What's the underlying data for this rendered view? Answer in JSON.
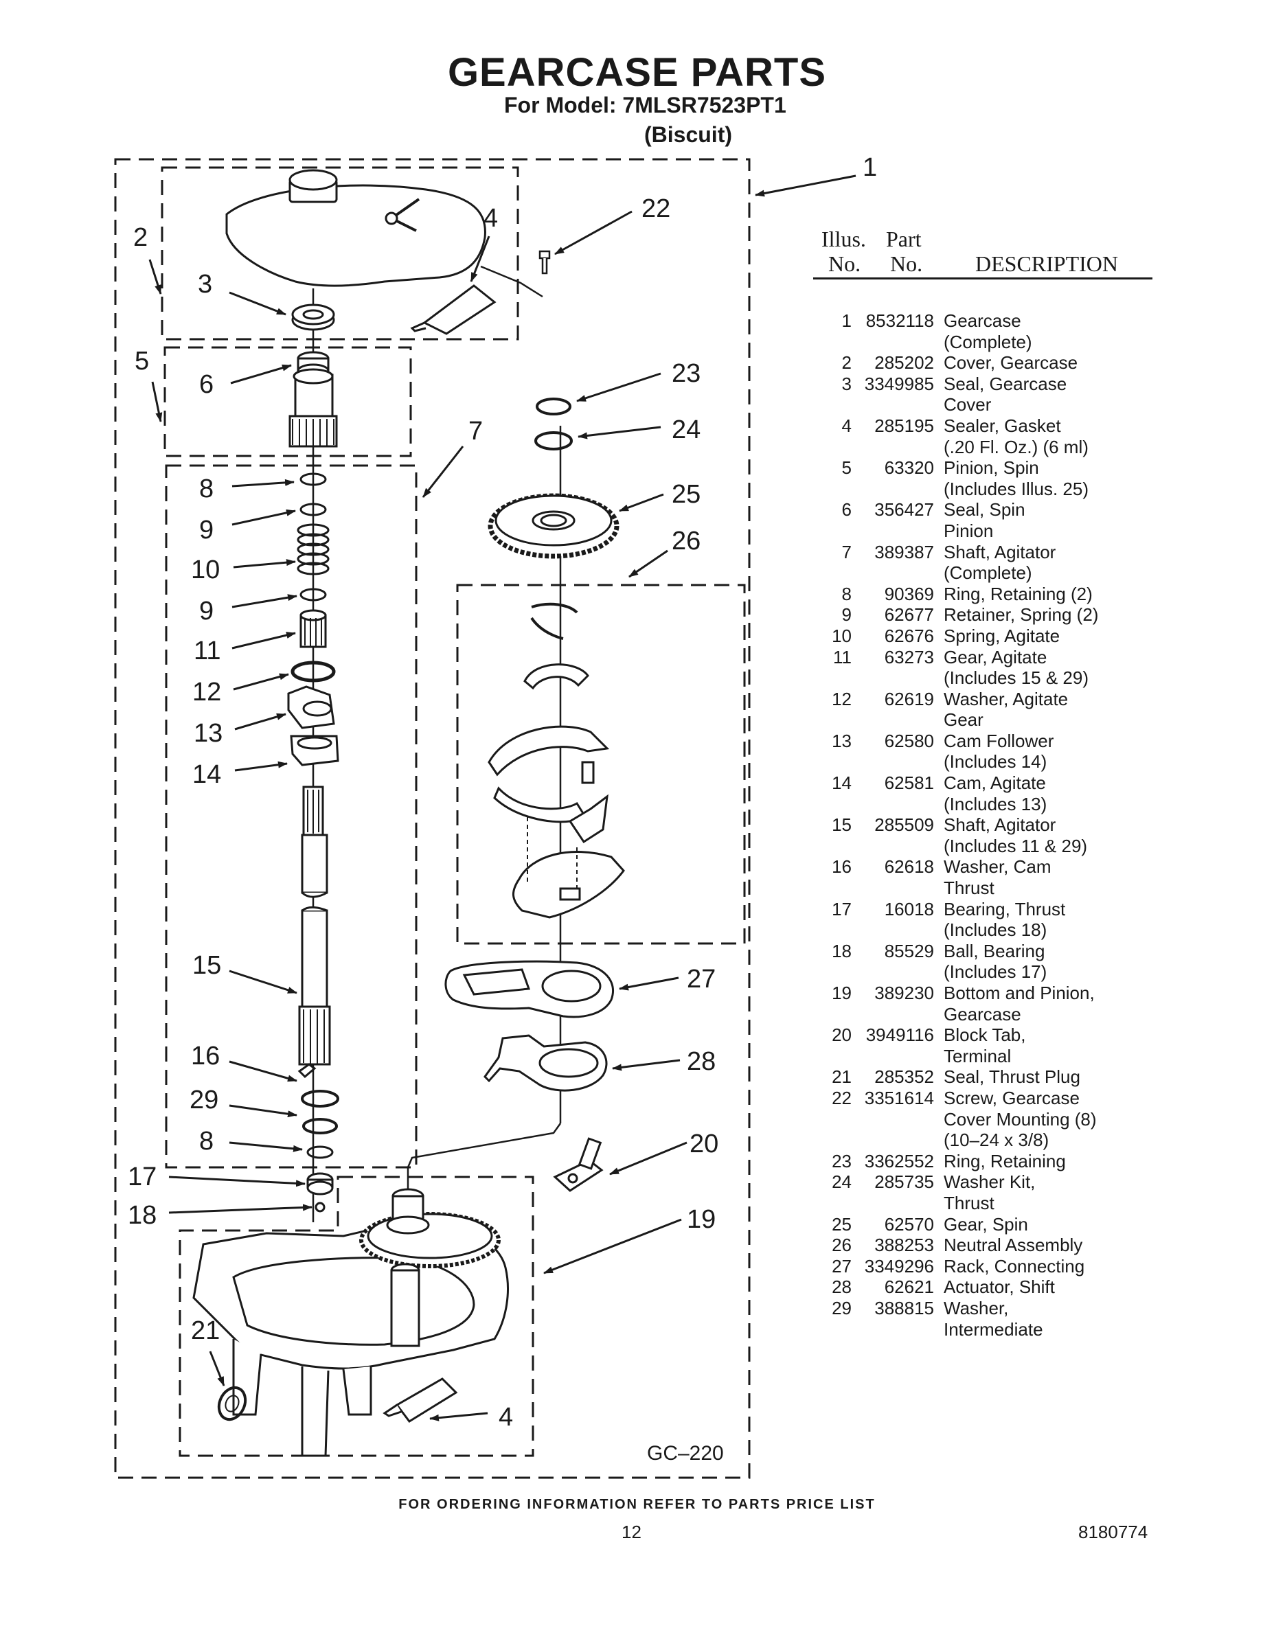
{
  "header": {
    "title": "GEARCASE PARTS",
    "model_line": "For Model: 7MLSR7523PT1",
    "variant": "(Biscuit)"
  },
  "diagram": {
    "code": "GC–220",
    "callouts": [
      "1",
      "2",
      "3",
      "4",
      "5",
      "6",
      "7",
      "8",
      "9",
      "10",
      "9",
      "11",
      "12",
      "13",
      "14",
      "15",
      "16",
      "29",
      "8",
      "17",
      "18",
      "19",
      "20",
      "21",
      "4",
      "22",
      "23",
      "24",
      "25",
      "26",
      "27",
      "28"
    ]
  },
  "table": {
    "headers": {
      "illus_top": "Illus.",
      "illus_bottom": "No.",
      "part_top": "Part",
      "part_bottom": "No.",
      "description": "DESCRIPTION"
    },
    "rows": [
      {
        "illus": "1",
        "part": "8532118",
        "desc": [
          "Gearcase",
          "(Complete)"
        ]
      },
      {
        "illus": "2",
        "part": "285202",
        "desc": [
          "Cover, Gearcase"
        ]
      },
      {
        "illus": "3",
        "part": "3349985",
        "desc": [
          "Seal, Gearcase",
          "Cover"
        ]
      },
      {
        "illus": "4",
        "part": "285195",
        "desc": [
          "Sealer, Gasket",
          "(.20 Fl. Oz.) (6 ml)"
        ]
      },
      {
        "illus": "5",
        "part": "63320",
        "desc": [
          "Pinion, Spin",
          "(Includes Illus. 25)"
        ]
      },
      {
        "illus": "6",
        "part": "356427",
        "desc": [
          "Seal, Spin",
          "Pinion"
        ]
      },
      {
        "illus": "7",
        "part": "389387",
        "desc": [
          "Shaft, Agitator",
          "(Complete)"
        ]
      },
      {
        "illus": "8",
        "part": "90369",
        "desc": [
          "Ring, Retaining (2)"
        ]
      },
      {
        "illus": "9",
        "part": "62677",
        "desc": [
          "Retainer, Spring (2)"
        ]
      },
      {
        "illus": "10",
        "part": "62676",
        "desc": [
          "Spring, Agitate"
        ]
      },
      {
        "illus": "11",
        "part": "63273",
        "desc": [
          "Gear, Agitate",
          "(Includes 15 & 29)"
        ]
      },
      {
        "illus": "12",
        "part": "62619",
        "desc": [
          "Washer, Agitate",
          "Gear"
        ]
      },
      {
        "illus": "13",
        "part": "62580",
        "desc": [
          "Cam Follower",
          "(Includes 14)"
        ]
      },
      {
        "illus": "14",
        "part": "62581",
        "desc": [
          "Cam, Agitate",
          "(Includes 13)"
        ]
      },
      {
        "illus": "15",
        "part": "285509",
        "desc": [
          "Shaft, Agitator",
          "(Includes 11 & 29)"
        ]
      },
      {
        "illus": "16",
        "part": "62618",
        "desc": [
          "Washer, Cam",
          "Thrust"
        ]
      },
      {
        "illus": "17",
        "part": "16018",
        "desc": [
          "Bearing, Thrust",
          "(Includes 18)"
        ]
      },
      {
        "illus": "18",
        "part": "85529",
        "desc": [
          "Ball, Bearing",
          "(Includes 17)"
        ]
      },
      {
        "illus": "19",
        "part": "389230",
        "desc": [
          "Bottom and Pinion,",
          "Gearcase"
        ]
      },
      {
        "illus": "20",
        "part": "3949116",
        "desc": [
          "Block Tab,",
          "Terminal"
        ]
      },
      {
        "illus": "21",
        "part": "285352",
        "desc": [
          "Seal, Thrust Plug"
        ]
      },
      {
        "illus": "22",
        "part": "3351614",
        "desc": [
          "Screw, Gearcase",
          "Cover Mounting (8)",
          "(10–24 x 3/8)"
        ]
      },
      {
        "illus": "23",
        "part": "3362552",
        "desc": [
          "Ring, Retaining"
        ]
      },
      {
        "illus": "24",
        "part": "285735",
        "desc": [
          "Washer Kit,",
          "Thrust"
        ]
      },
      {
        "illus": "25",
        "part": "62570",
        "desc": [
          "Gear, Spin"
        ]
      },
      {
        "illus": "26",
        "part": "388253",
        "desc": [
          "Neutral Assembly"
        ]
      },
      {
        "illus": "27",
        "part": "3349296",
        "desc": [
          "Rack, Connecting"
        ]
      },
      {
        "illus": "28",
        "part": "62621",
        "desc": [
          "Actuator, Shift"
        ]
      },
      {
        "illus": "29",
        "part": "388815",
        "desc": [
          "Washer,",
          "Intermediate"
        ]
      }
    ]
  },
  "footer": {
    "ordering_note": "FOR ORDERING INFORMATION REFER TO PARTS PRICE LIST",
    "page_number": "12",
    "document_number": "8180774"
  }
}
